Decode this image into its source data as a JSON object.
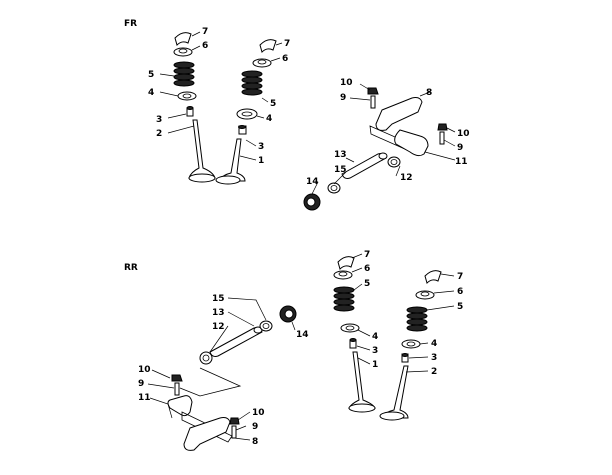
{
  "sections": [
    {
      "id": "fr",
      "label": "FR"
    },
    {
      "id": "rr",
      "label": "RR"
    }
  ],
  "callouts": {
    "fr_valves": [
      "7",
      "6",
      "5",
      "4",
      "3",
      "2",
      "7",
      "6",
      "5",
      "4",
      "3",
      "1"
    ],
    "fr_rocker": [
      "10",
      "9",
      "8",
      "10",
      "9",
      "11",
      "13",
      "15",
      "12",
      "14"
    ],
    "rr_shaft": [
      "15",
      "13",
      "12",
      "14"
    ],
    "rr_rocker": [
      "10",
      "9",
      "11",
      "10",
      "9",
      "8"
    ],
    "rr_valves": [
      "7",
      "6",
      "5",
      "4",
      "3",
      "1",
      "7",
      "6",
      "5",
      "4",
      "3",
      "2"
    ]
  }
}
